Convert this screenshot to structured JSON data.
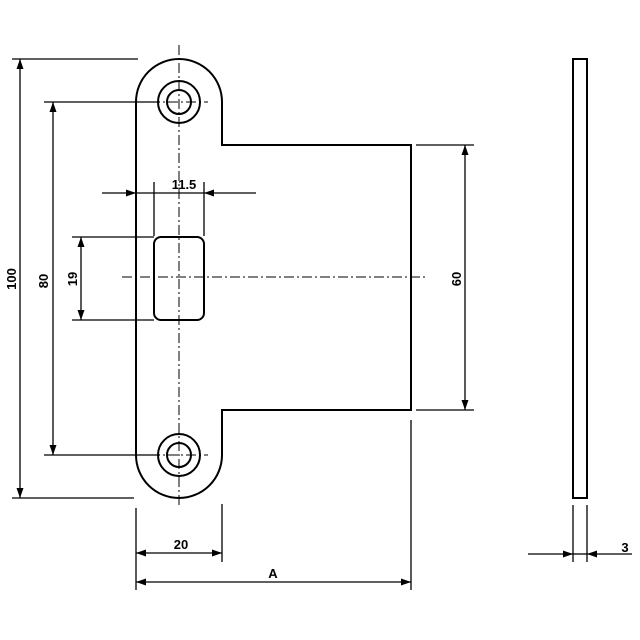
{
  "dimensions": {
    "height_total": "100",
    "hole_spacing": "80",
    "plate_height": "60",
    "slot_height": "19",
    "slot_width": "11.5",
    "ear_width": "20",
    "length": "A",
    "thickness": "3"
  }
}
